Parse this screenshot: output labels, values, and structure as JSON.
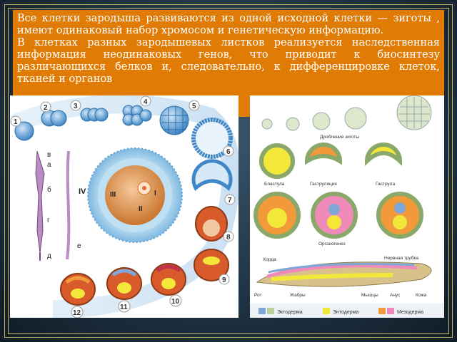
{
  "text": {
    "paragraph1": "Все клетки зародыша развиваются из одной исходной клетки — зиготы , имеют одинаковый набор хромосом и генетическую информацию.",
    "paragraph2": "В клетках разных зародышевых листков реализуется наследственная информация неодинаковых генов, что приводит к биосинтезу различающихся белков и, следовательно, к дифференцировке клеток, тканей и органов"
  },
  "left_figure": {
    "stage_numbers": [
      "1",
      "2",
      "3",
      "4",
      "5",
      "6",
      "7",
      "8",
      "9",
      "10",
      "11",
      "12"
    ],
    "sperm_labels": [
      "в",
      "а",
      "б",
      "г",
      "д"
    ],
    "egg_labels": [
      "IV",
      "III",
      "I",
      "II",
      "е"
    ]
  },
  "right_figure": {
    "labels": {
      "cleavage": "Дробление зиготы",
      "blastula": "Бластула",
      "gastrulation": "Гаструляция",
      "gastrula": "Гаструла",
      "organogenesis": "Органогенез",
      "notochord": "Хорда",
      "neural_tube": "Нервная трубка",
      "mouth": "Рот",
      "gills": "Жабры",
      "muscles": "Мышцы",
      "anus": "Анус",
      "skin": "Кожа"
    },
    "legend": [
      {
        "label": "Эктодерма",
        "colors": [
          "#7fa6d9",
          "#b8cfa0"
        ]
      },
      {
        "label": "Энтодерма",
        "colors": [
          "#f3e83a"
        ]
      },
      {
        "label": "Мезодерма",
        "colors": [
          "#f29a3a",
          "#f08ab8"
        ]
      }
    ]
  }
}
